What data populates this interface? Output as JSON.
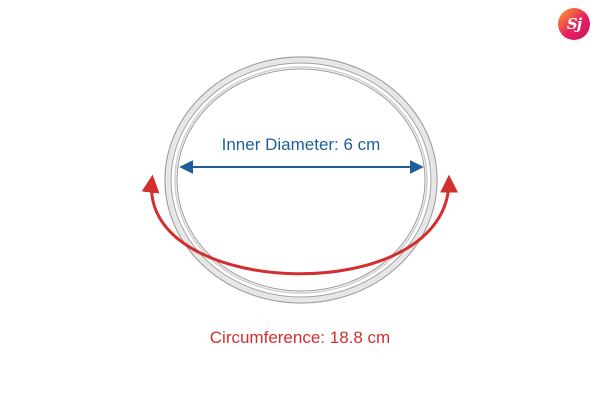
{
  "brand": {
    "logo_text": "Sj"
  },
  "diagram": {
    "diameter_label": "Inner Diameter: 6 cm",
    "circumference_label": "Circumference: 18.8 cm"
  },
  "colors": {
    "diameter": "#1f5f99",
    "circumference": "#d32f2f",
    "ring": "#b9b9b9"
  },
  "icons": {
    "logo": "brand-logo-icon",
    "diameter_arrow": "double-arrow-icon",
    "circumference_arrow": "curved-double-arrow-icon"
  }
}
